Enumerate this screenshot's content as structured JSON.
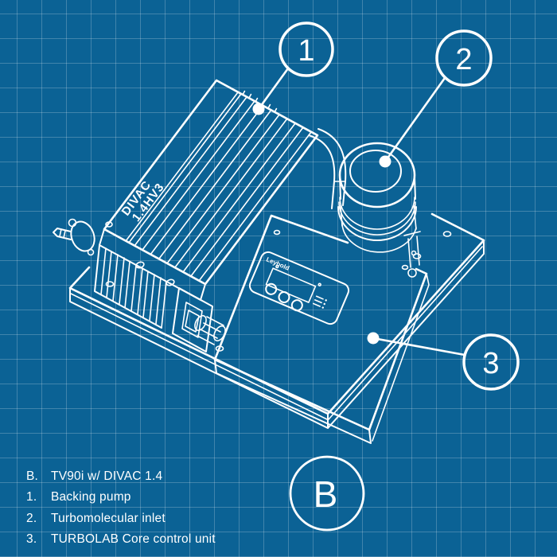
{
  "colors": {
    "background": "#0B6295",
    "grid_line": "#3F85AC",
    "line_art": "#FFFFFF"
  },
  "figure": {
    "kind": "blueprint line diagram of vacuum pump system",
    "figure_label": "B",
    "callouts": [
      {
        "number": "1"
      },
      {
        "number": "2"
      },
      {
        "number": "3"
      }
    ],
    "pump_marking_line1": "DIVAC",
    "pump_marking_line2": "1.4HV3",
    "panel_brand": "Leybold"
  },
  "legend": {
    "items": [
      {
        "key": "B.",
        "label": "TV90i w/ DIVAC 1.4"
      },
      {
        "key": "1.",
        "label": "Backing pump"
      },
      {
        "key": "2.",
        "label": "Turbomolecular inlet"
      },
      {
        "key": "3.",
        "label": "TURBOLAB Core control unit"
      }
    ]
  }
}
